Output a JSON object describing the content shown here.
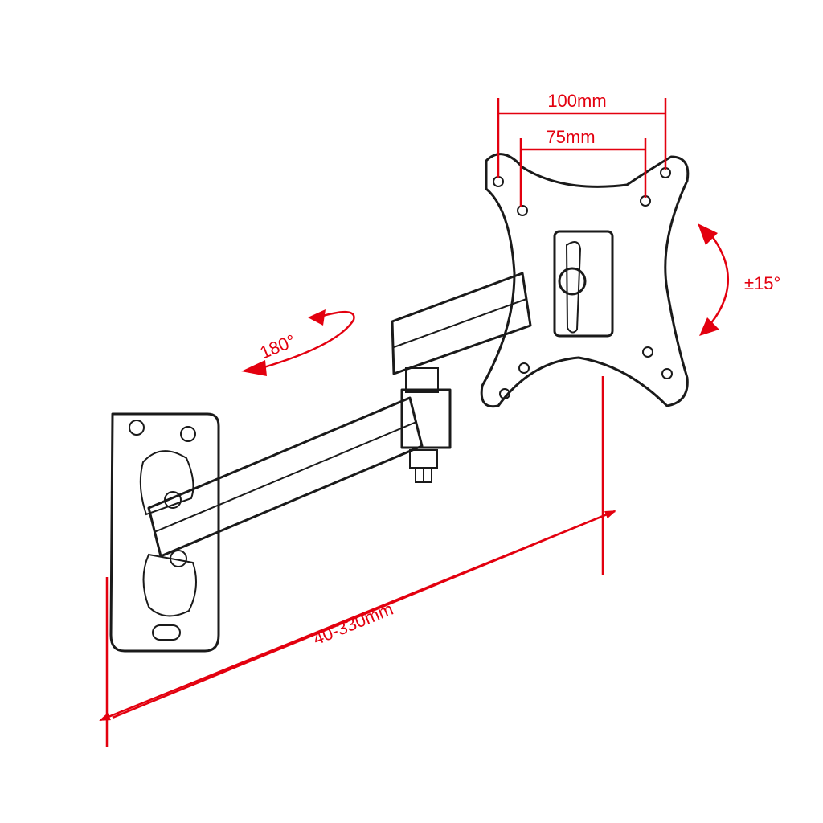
{
  "labels": {
    "vesa_100": "100mm",
    "vesa_75": "75mm",
    "tilt": "±15°",
    "swivel": "180°",
    "extension": "40-330mm"
  },
  "colors": {
    "dimension": "#e3000f",
    "outline": "#1a1a1a",
    "background": "#ffffff"
  }
}
